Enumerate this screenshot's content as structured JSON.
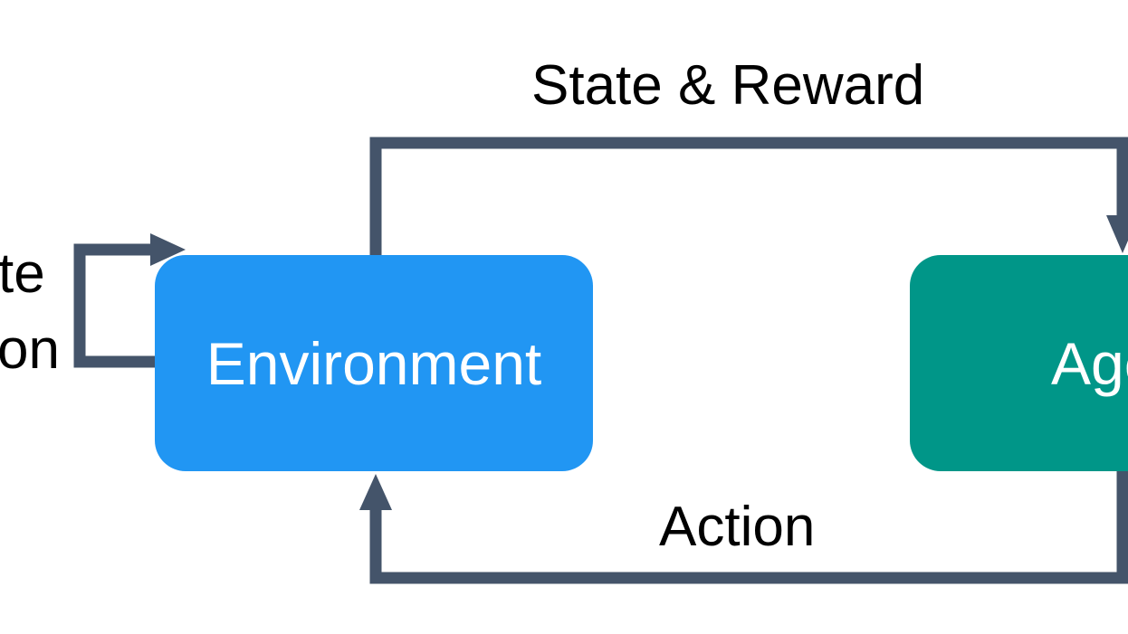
{
  "diagram": {
    "top_edge_label": "State & Reward",
    "bottom_edge_label": "Action",
    "left_label_line1": "te",
    "left_label_line2": "on",
    "environment_node": {
      "label": "Environment",
      "color": "#2196F3"
    },
    "agent_node": {
      "label": "Age",
      "color": "#009688"
    },
    "arrow_color": "#44546A",
    "background_color": "#FFFFFF",
    "text_color": "#000000"
  }
}
